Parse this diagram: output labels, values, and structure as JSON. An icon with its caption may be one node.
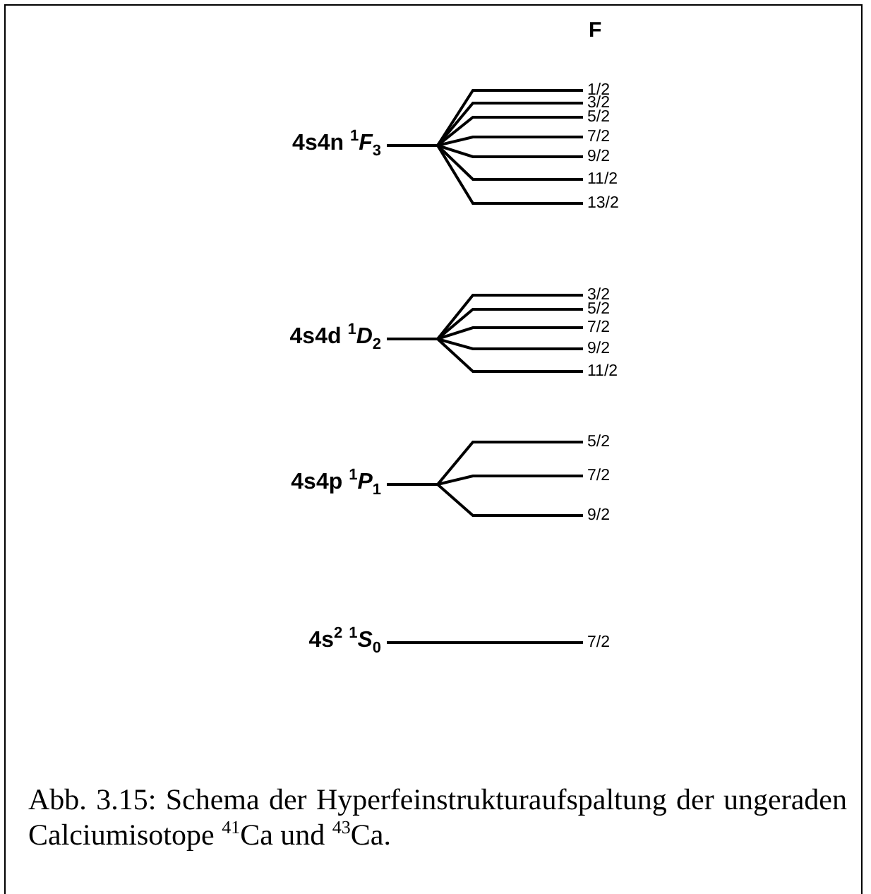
{
  "diagram": {
    "caption": "Abb. 3.15: Schema der Hyperfeinstrukturaufspaltung der ungeraden Calciumisotope $^{41}$Ca und $^{43}$Ca.",
    "nodes": [
      {
        "text": [
          "4s4n $^{1}$*F*$_{3}$"
        ]
      },
      {
        "text": [
          "1/2"
        ]
      },
      {
        "text": [
          "3/2"
        ]
      },
      {
        "text": [
          "5/2"
        ]
      },
      {
        "text": [
          "7/2"
        ]
      },
      {
        "text": [
          "9/2"
        ]
      },
      {
        "text": [
          "11/2"
        ]
      },
      {
        "text": [
          "13/2"
        ]
      },
      {
        "text": [
          "4s4d $^{1}$*D*$_{2}$"
        ]
      },
      {
        "text": [
          "3/2"
        ]
      },
      {
        "text": [
          "5/2"
        ]
      },
      {
        "text": [
          "7/2"
        ]
      },
      {
        "text": [
          "9/2"
        ]
      },
      {
        "text": [
          "11/2"
        ]
      },
      {
        "text": [
          "4s4p $^{1}$*P*$_{1}$"
        ]
      },
      {
        "text": [
          "5/2"
        ]
      },
      {
        "text": [
          "7/2"
        ]
      },
      {
        "text": [
          "9/2"
        ]
      },
      {
        "text": [
          "4s$^{2}$ $^{1}$*S*$_{0}$"
        ]
      },
      {
        "text": [
          "7/2"
        ]
      }
    ],
    "edges": [
      {
        "from": 0,
        "to": 1,
        "arrow": "none"
      },
      {
        "from": 0,
        "to": 2,
        "arrow": "none"
      },
      {
        "from": 0,
        "to": 3,
        "arrow": "none"
      },
      {
        "from": 0,
        "to": 4,
        "arrow": "none"
      },
      {
        "from": 0,
        "to": 5,
        "arrow": "none"
      },
      {
        "from": 0,
        "to": 6,
        "arrow": "none"
      },
      {
        "from": 0,
        "to": 7,
        "arrow": "none"
      },
      {
        "from": 8,
        "to": 9,
        "arrow": "none"
      },
      {
        "from": 8,
        "to": 10,
        "arrow": "none"
      },
      {
        "from": 8,
        "to": 11,
        "arrow": "none"
      },
      {
        "from": 8,
        "to": 12,
        "arrow": "none"
      },
      {
        "from": 8,
        "to": 13,
        "arrow": "none"
      },
      {
        "from": 14,
        "to": 15,
        "arrow": "none"
      },
      {
        "from": 14,
        "to": 16,
        "arrow": "none"
      },
      {
        "from": 14,
        "to": 17,
        "arrow": "none"
      },
      {
        "from": 18,
        "to": 19,
        "arrow": "none"
      }
    ],
    "labels": [
      "F"
    ]
  }
}
